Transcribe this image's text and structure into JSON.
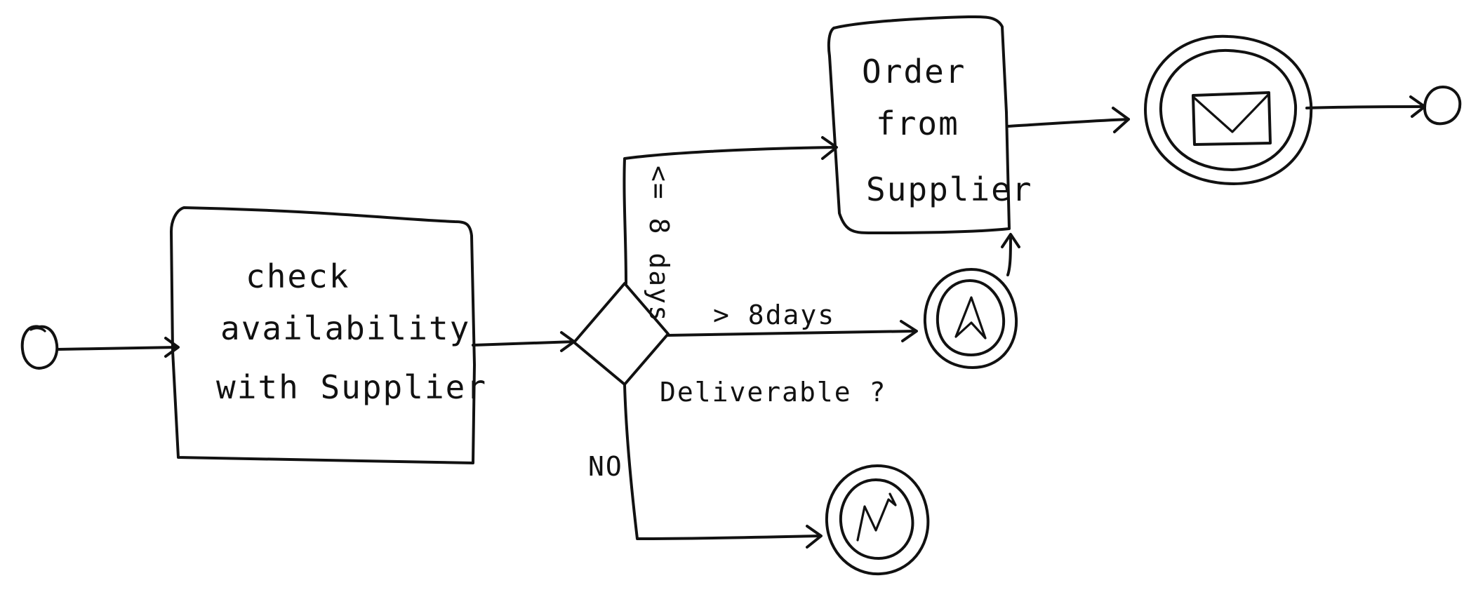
{
  "tasks": {
    "check": {
      "line1": "check",
      "line2": "availability",
      "line3": "with Supplier"
    },
    "order": {
      "line1": "Order",
      "line2": "from",
      "line3": "Supplier"
    }
  },
  "gateway": {
    "label": "Deliverable ?"
  },
  "flows": {
    "upper_condition": "<= 8 days",
    "middle_condition": "> 8days",
    "lower_condition": "NO"
  }
}
